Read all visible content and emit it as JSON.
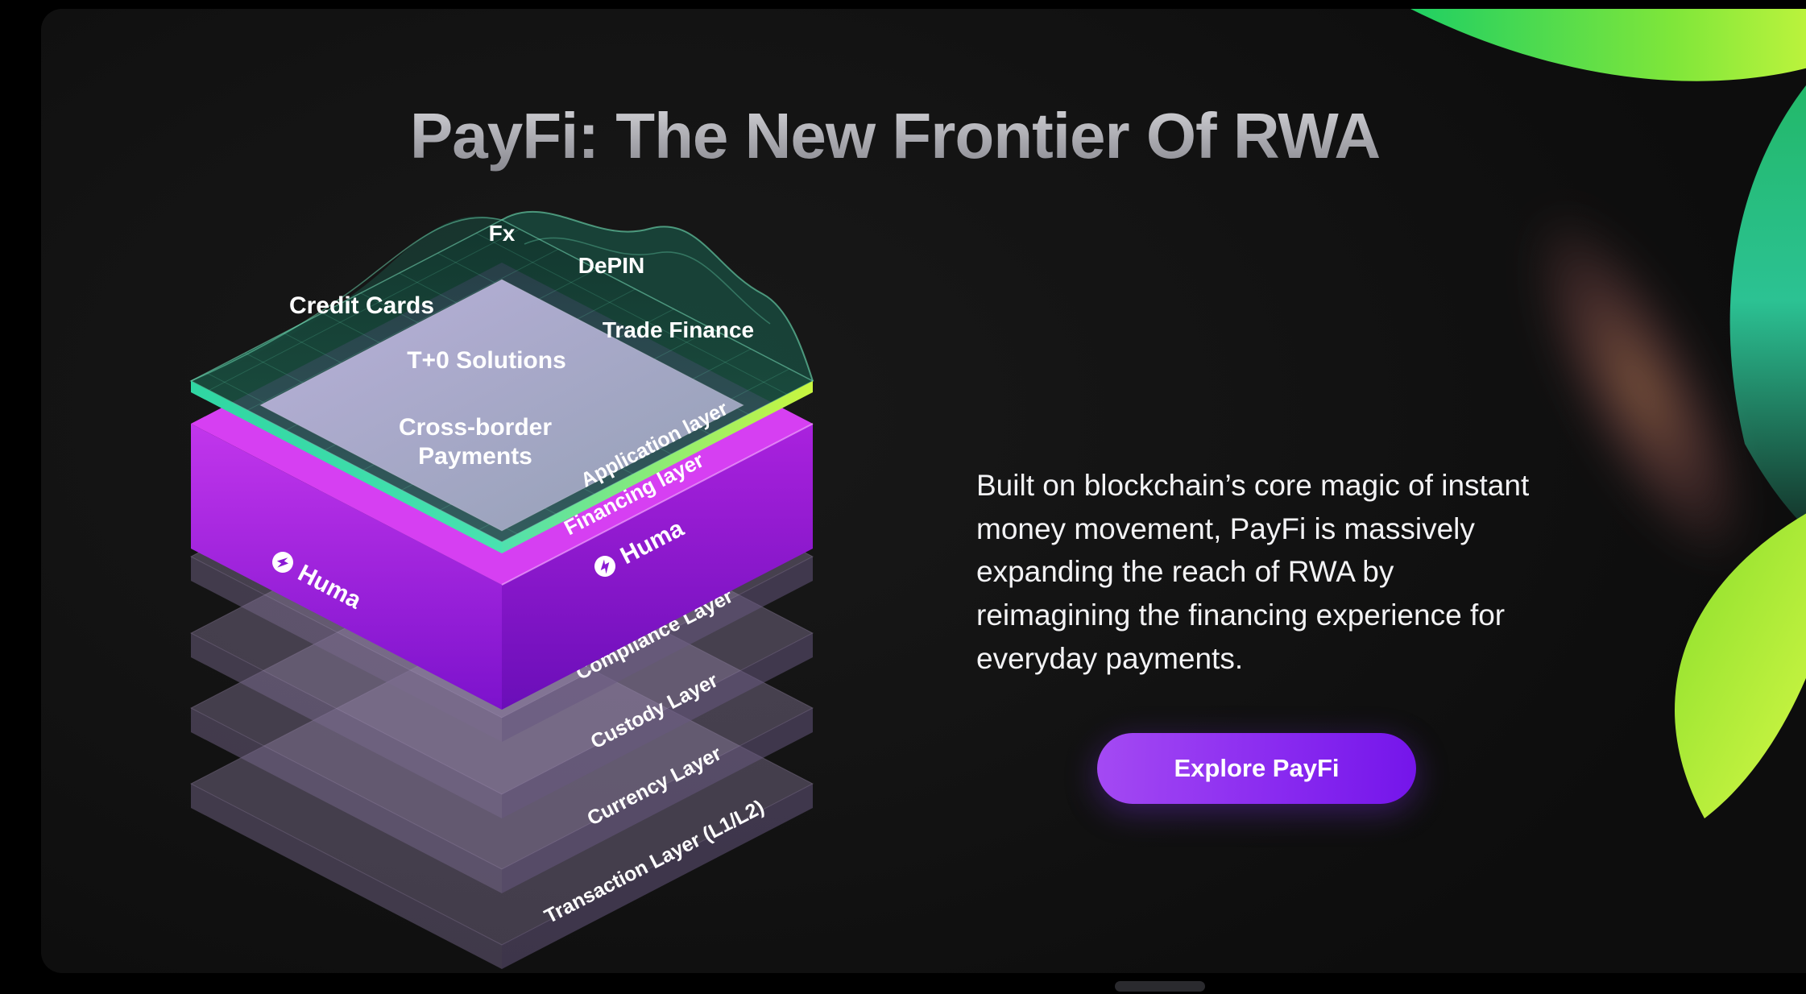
{
  "page": {
    "title": "PayFi: The New Frontier Of RWA",
    "description": "Built on blockchain’s core magic of instant money movement, PayFi is massively expanding the reach of RWA by reimagining the financing experience for everyday payments.",
    "cta_label": "Explore PayFi"
  },
  "diagram": {
    "application_layer": {
      "edge_label": "Application layer",
      "items": [
        "Fx",
        "DePIN",
        "Credit Cards",
        "Trade Finance",
        "T+0 Solutions",
        "Cross-border Payments"
      ]
    },
    "financing_layer": {
      "edge_label": "Financing layer",
      "brand": "Huma"
    },
    "infrastructure_layers": [
      "Compliance Layer",
      "Custody Layer",
      "Currency Layer",
      "Transaction Layer (L1/L2)"
    ]
  },
  "colors": {
    "accent_purple": "#8a2bf0",
    "neon_lime": "#c9f63e",
    "teal": "#2fd6a2",
    "title_silver": "#a9a9af"
  }
}
